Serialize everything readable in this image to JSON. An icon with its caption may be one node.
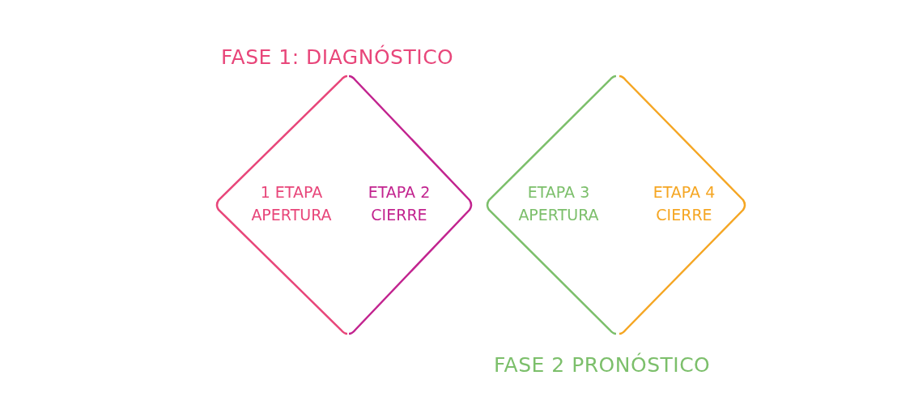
{
  "diagram": {
    "nodes": [
      {
        "text": [
          "1 ETAPA APERTURA"
        ]
      },
      {
        "text": [
          "ETAPA 2 CIERRE"
        ]
      },
      {
        "text": [
          "ETAPA 3 APERTURA"
        ]
      },
      {
        "text": [
          "ETAPA 4 CIERRE"
        ]
      }
    ],
    "labels": [
      "FASE 1: DIAGNÓSTICO",
      "FASE 2 PRONÓSTICO"
    ]
  }
}
